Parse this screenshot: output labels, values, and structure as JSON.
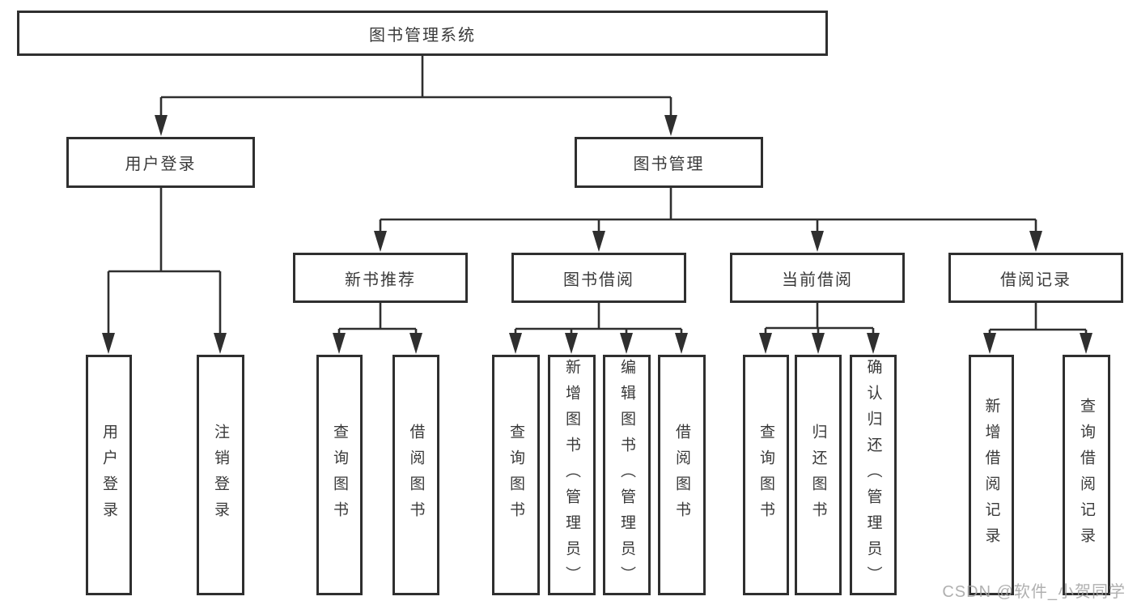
{
  "diagram_title": "图书管理系统",
  "tree": {
    "root": {
      "label": "图书管理系统"
    },
    "children": [
      {
        "label": "用户登录",
        "children": [
          {
            "label": "用户登录"
          },
          {
            "label": "注销登录"
          }
        ]
      },
      {
        "label": "图书管理",
        "children": [
          {
            "label": "新书推荐",
            "children": [
              {
                "label": "查询图书"
              },
              {
                "label": "借阅图书"
              }
            ]
          },
          {
            "label": "图书借阅",
            "children": [
              {
                "label": "查询图书"
              },
              {
                "label": "新增图书（管理员）"
              },
              {
                "label": "编辑图书（管理员）"
              },
              {
                "label": "借阅图书"
              }
            ]
          },
          {
            "label": "当前借阅",
            "children": [
              {
                "label": "查询图书"
              },
              {
                "label": "归还图书"
              },
              {
                "label": "确认归还（管理员）"
              }
            ]
          },
          {
            "label": "借阅记录",
            "children": [
              {
                "label": "新增借阅记录"
              },
              {
                "label": "查询借阅记录"
              }
            ]
          }
        ]
      }
    ]
  },
  "watermark": "CSDN @软件_小贺同学",
  "colors": {
    "line": "#2f2f2f",
    "text": "#3a3a3a",
    "watermark": "#a3a3a3",
    "background": "#ffffff"
  }
}
